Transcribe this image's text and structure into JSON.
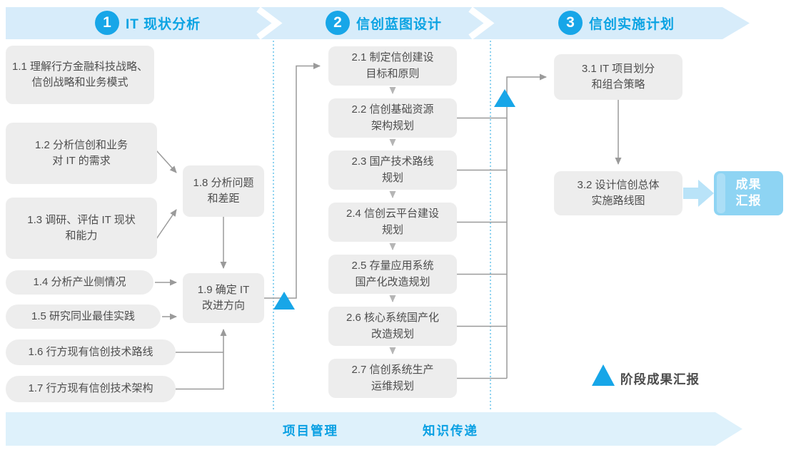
{
  "phases": [
    {
      "num": "1",
      "title": "IT 现状分析"
    },
    {
      "num": "2",
      "title": "信创蓝图设计"
    },
    {
      "num": "3",
      "title": "信创实施计划"
    }
  ],
  "boxes": {
    "b11": "1.1 理解行方金融科技战略、\n信创战略和业务模式",
    "b12": "1.2 分析信创和业务\n对 IT 的需求",
    "b13": "1.3 调研、评估 IT 现状\n和能力",
    "b14": "1.4 分析产业侧情况",
    "b15": "1.5 研究同业最佳实践",
    "b16": "1.6 行方现有信创技术路线",
    "b17": "1.7 行方现有信创技术架构",
    "b18": "1.8 分析问题\n和差距",
    "b19": "1.9 确定 IT\n改进方向",
    "b21": "2.1 制定信创建设\n目标和原则",
    "b22": "2.2 信创基础资源\n架构规划",
    "b23": "2.3 国产技术路线\n规划",
    "b24": "2.4 信创云平台建设\n规划",
    "b25": "2.5 存量应用系统\n国产化改造规划",
    "b26": "2.6 核心系统国产化\n改造规划",
    "b27": "2.7 信创系统生产\n运维规划",
    "b31": "3.1 IT 项目划分\n和组合策略",
    "b32": "3.2 设计信创总体\n实施路线图"
  },
  "result_box": {
    "text": "成果\n汇报"
  },
  "legend": {
    "label": "阶段成果汇报"
  },
  "bottom_banner": {
    "labels": [
      "项目管理",
      "知识传递"
    ]
  },
  "colors": {
    "accent_blue": "#17a6e8",
    "band_blue": "#d7ecfa",
    "bottom_band_blue": "#def1fb",
    "box_gray": "#ededed",
    "result_blue": "#8ed4f3",
    "title_blue": "#0ba3e3",
    "connector_gray": "#9a9a9a"
  }
}
